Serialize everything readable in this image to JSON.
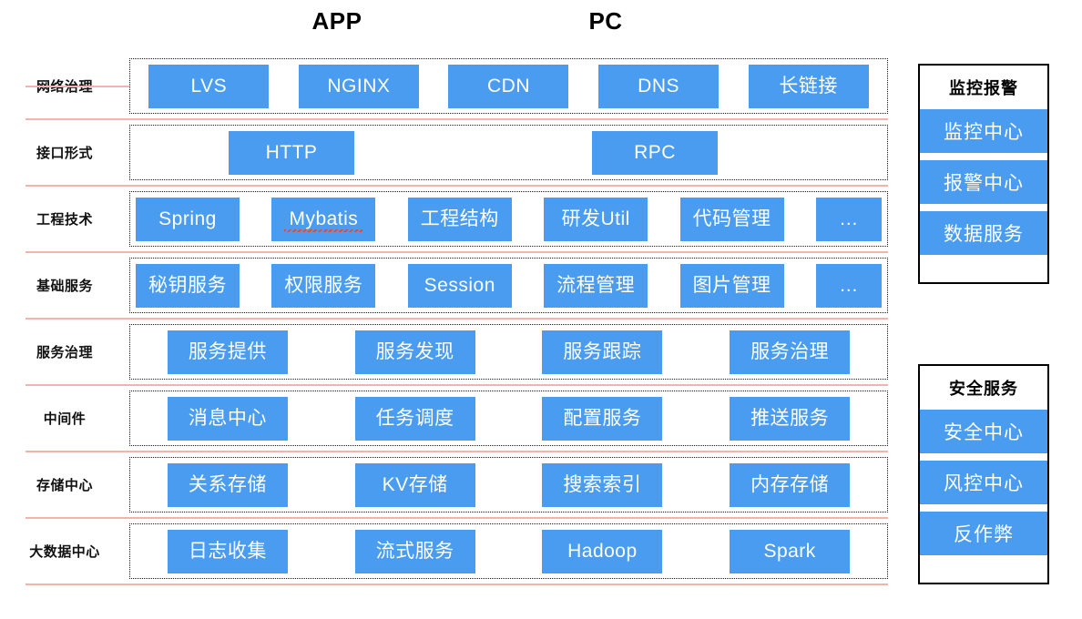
{
  "headers": {
    "app": "APP",
    "pc": "PC"
  },
  "colors": {
    "chip_blue": "#4a9cf0",
    "separator_pink": "#f2b3ab",
    "panel_border": "#000000",
    "chip_text": "#ffffff"
  },
  "layers": [
    {
      "label": "网络治理",
      "layout": "spread",
      "items": [
        "LVS",
        "NGINX",
        "CDN",
        "DNS",
        "长链接"
      ]
    },
    {
      "label": "接口形式",
      "layout": "free",
      "items": [
        "HTTP",
        "RPC"
      ]
    },
    {
      "label": "工程技术",
      "layout": "packed",
      "items": [
        "Spring",
        "Mybatis",
        "工程结构",
        "研发Util",
        "代码管理",
        "…"
      ]
    },
    {
      "label": "基础服务",
      "layout": "packed",
      "items": [
        "秘钥服务",
        "权限服务",
        "Session",
        "流程管理",
        "图片管理",
        "…"
      ]
    },
    {
      "label": "服务治理",
      "layout": "spread",
      "items": [
        "服务提供",
        "服务发现",
        "服务跟踪",
        "服务治理"
      ]
    },
    {
      "label": "中间件",
      "layout": "spread",
      "items": [
        "消息中心",
        "任务调度",
        "配置服务",
        "推送服务"
      ]
    },
    {
      "label": "存储中心",
      "layout": "spread",
      "items": [
        "关系存储",
        "KV存储",
        "搜索索引",
        "内存存储"
      ]
    },
    {
      "label": "大数据中心",
      "layout": "spread",
      "items": [
        "日志收集",
        "流式服务",
        "Hadoop",
        "Spark"
      ]
    }
  ],
  "side_panels": [
    {
      "title": "监控报警",
      "items": [
        "监控中心",
        "报警中心",
        "数据服务"
      ]
    },
    {
      "title": "安全服务",
      "items": [
        "安全中心",
        "风控中心",
        "反作弊"
      ]
    }
  ]
}
